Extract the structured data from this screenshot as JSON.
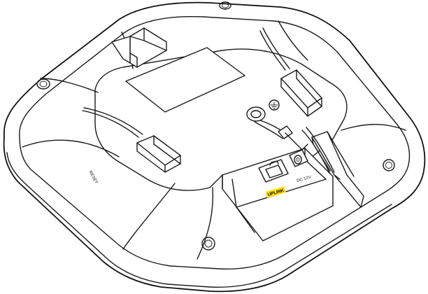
{
  "labels": {
    "reset": "RESET",
    "uplink": "UPLINK",
    "dc_input": "DC 12V"
  },
  "colors": {
    "line": "#1a1a1a",
    "background": "#ffffff",
    "uplink_highlight": "#ffe000"
  },
  "parts": [
    "device-housing",
    "mounting-bracket",
    "label-plate",
    "cable-clip",
    "grounding-screw",
    "ethernet-port",
    "dc-power-jack",
    "port-cover",
    "screw-hole"
  ]
}
